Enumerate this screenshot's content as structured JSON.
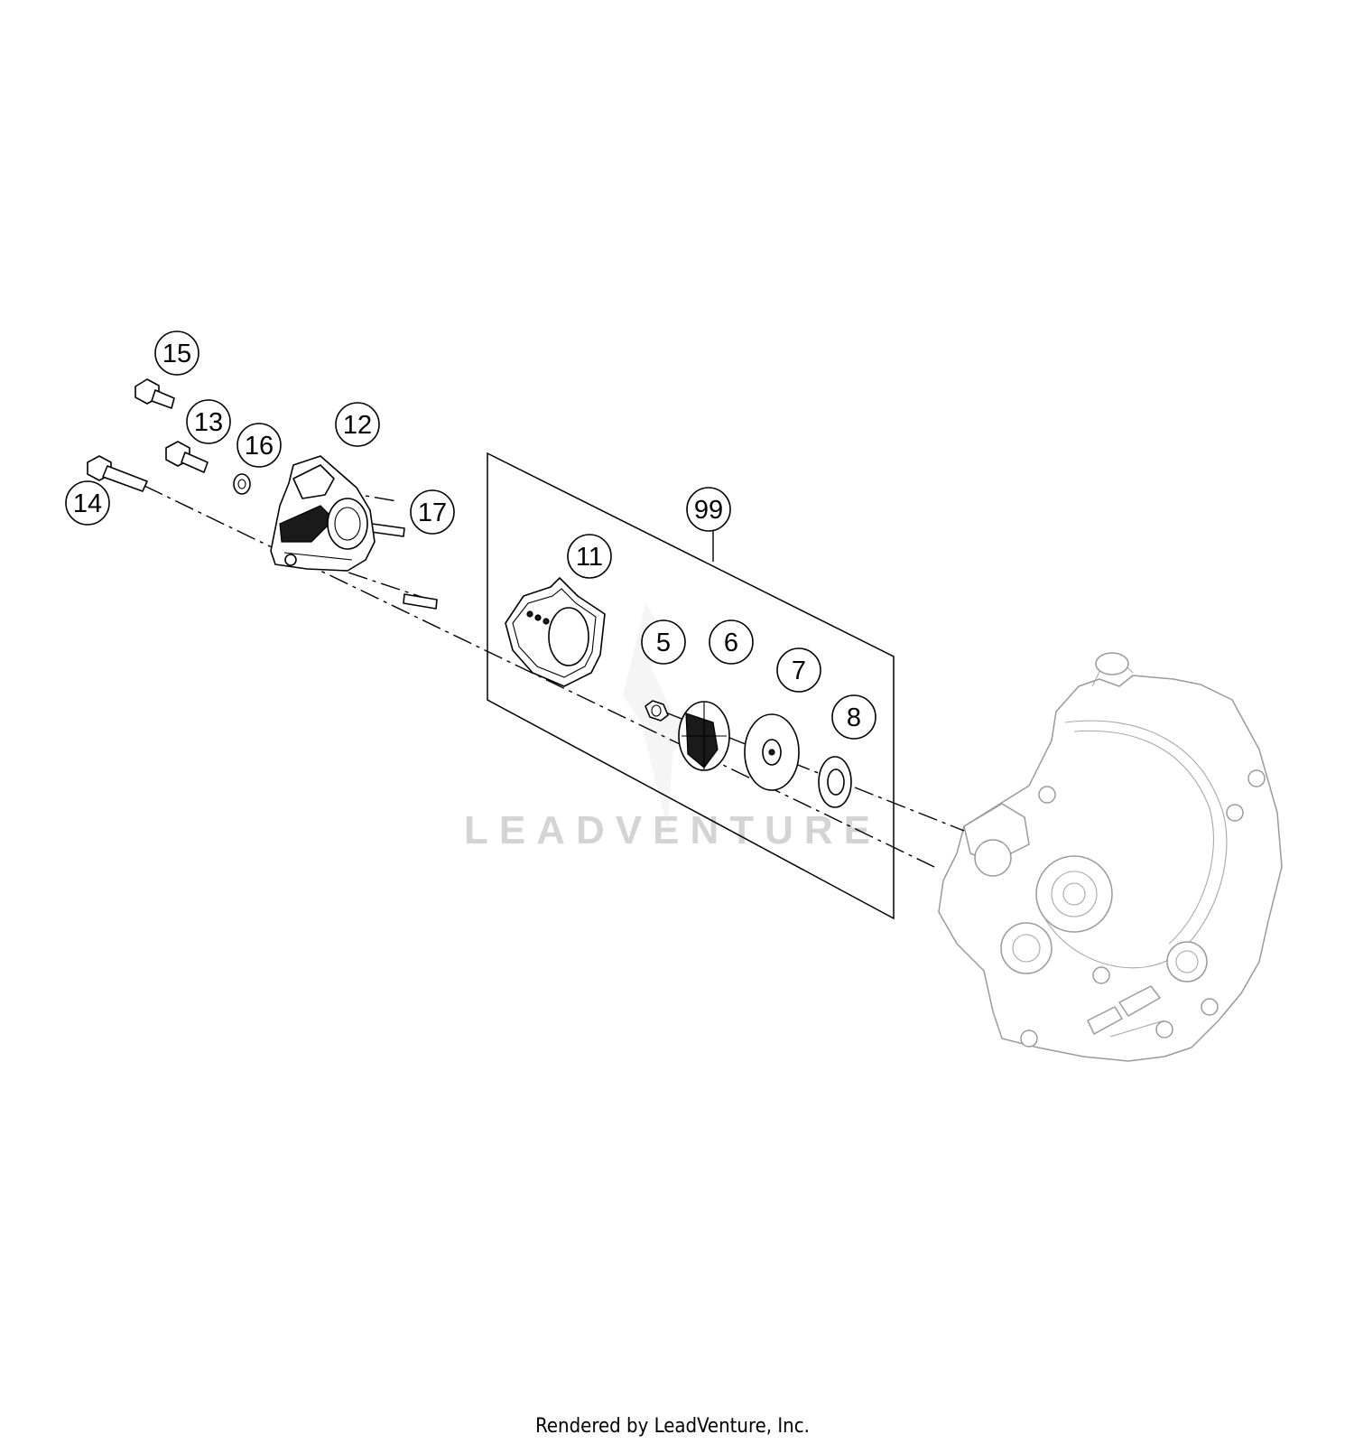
{
  "callouts": [
    {
      "id": "15",
      "label": "15"
    },
    {
      "id": "13",
      "label": "13"
    },
    {
      "id": "16",
      "label": "16"
    },
    {
      "id": "12",
      "label": "12"
    },
    {
      "id": "14",
      "label": "14"
    },
    {
      "id": "17",
      "label": "17"
    },
    {
      "id": "99",
      "label": "99"
    },
    {
      "id": "11",
      "label": "11"
    },
    {
      "id": "5",
      "label": "5"
    },
    {
      "id": "6",
      "label": "6"
    },
    {
      "id": "7",
      "label": "7"
    },
    {
      "id": "8",
      "label": "8"
    }
  ],
  "watermark": {
    "text": "LEADVENTURE"
  },
  "footer": {
    "text": "Rendered by LeadVenture, Inc."
  }
}
